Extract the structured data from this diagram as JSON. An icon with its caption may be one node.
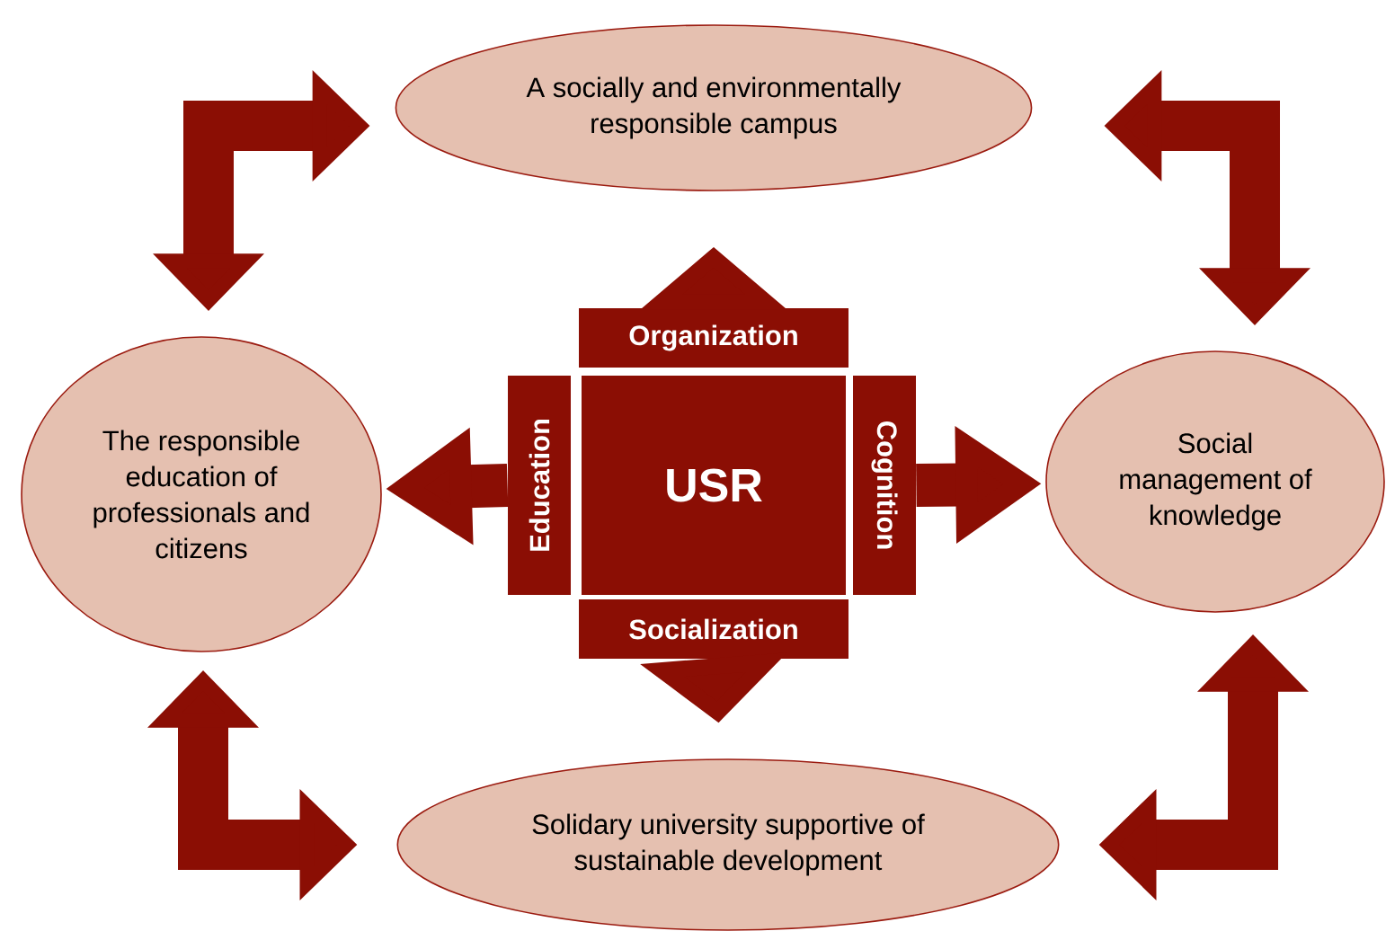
{
  "diagram": {
    "nodes": [
      {
        "text": [
          "A socially and environmentally responsible campus"
        ]
      },
      {
        "text": [
          "The responsible education of professionals and citizens"
        ]
      },
      {
        "text": [
          "USR"
        ]
      },
      {
        "text": [
          "Organization"
        ]
      },
      {
        "text": [
          "Education"
        ]
      },
      {
        "text": [
          "Cognition"
        ]
      },
      {
        "text": [
          "Socialization"
        ]
      },
      {
        "text": [
          "Social management of knowledge"
        ]
      },
      {
        "text": [
          "Solidary university supportive of sustainable development"
        ]
      }
    ],
    "edges": [
      {
        "from": 1,
        "to": 0,
        "arrow": "both"
      },
      {
        "from": 0,
        "to": 7,
        "arrow": "both"
      },
      {
        "from": 1,
        "to": 8,
        "arrow": "both"
      },
      {
        "from": 8,
        "to": 7,
        "arrow": "both"
      },
      {
        "from": 3,
        "to": 0,
        "arrow": "to"
      },
      {
        "from": 4,
        "to": 1,
        "arrow": "to"
      },
      {
        "from": 5,
        "to": 7,
        "arrow": "to"
      },
      {
        "from": 6,
        "to": 8,
        "arrow": "to"
      }
    ]
  }
}
